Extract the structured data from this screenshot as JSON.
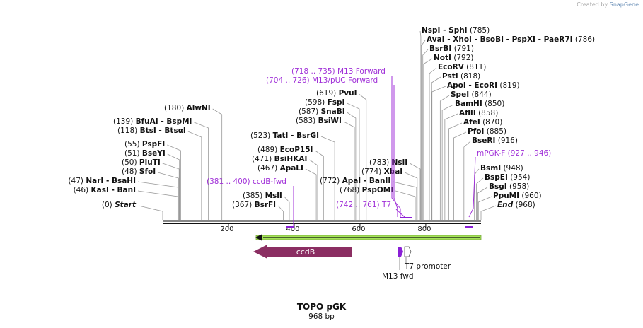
{
  "credit": {
    "prefix": "Created by",
    "brand": "SnapGene"
  },
  "map": {
    "name": "TOPO pGK",
    "length_label": "968 bp",
    "length": 968,
    "ticks": [
      "200",
      "400",
      "600",
      "800"
    ],
    "enzymes": [
      {
        "pos": "(0)",
        "name": "Start",
        "at": 0
      },
      {
        "pos": "(46)",
        "name": "KasI  -  BanI",
        "at": 46
      },
      {
        "pos": "(47)",
        "name": "NarI  -  BsaHI",
        "at": 47
      },
      {
        "pos": "(48)",
        "name": "SfoI",
        "at": 48
      },
      {
        "pos": "(50)",
        "name": "PluTI",
        "at": 50
      },
      {
        "pos": "(51)",
        "name": "BseYI",
        "at": 51
      },
      {
        "pos": "(55)",
        "name": "PspFI",
        "at": 55
      },
      {
        "pos": "(118)",
        "name": "BtsI  -  BtsαI",
        "at": 118
      },
      {
        "pos": "(139)",
        "name": "BfuAI  -  BspMI",
        "at": 139
      },
      {
        "pos": "(180)",
        "name": "AlwNI",
        "at": 180
      },
      {
        "pos": "(367)",
        "name": "BsrFI",
        "at": 367
      },
      {
        "pos": "(385)",
        "name": "MslI",
        "at": 385
      },
      {
        "pos": "(467)",
        "name": "ApaLI",
        "at": 467
      },
      {
        "pos": "(471)",
        "name": "BsiHKAI",
        "at": 471
      },
      {
        "pos": "(489)",
        "name": "EcoP15I",
        "at": 489
      },
      {
        "pos": "(523)",
        "name": "TatI  -  BsrGI",
        "at": 523
      },
      {
        "pos": "(583)",
        "name": "BsiWI",
        "at": 583
      },
      {
        "pos": "(587)",
        "name": "SnaBI",
        "at": 587
      },
      {
        "pos": "(598)",
        "name": "FspI",
        "at": 598
      },
      {
        "pos": "(619)",
        "name": "PvuI",
        "at": 619
      },
      {
        "pos": "(772)",
        "name": "ApaI  -  BanII",
        "at": 772
      },
      {
        "pos": "(768)",
        "name": "PspOMI",
        "at": 768
      },
      {
        "pos": "(774)",
        "name": "XbaI",
        "at": 774
      },
      {
        "pos": "(783)",
        "name": "NsiI",
        "at": 783
      },
      {
        "pos": "(785)",
        "name": "NspI  -  SphI",
        "at": 785
      },
      {
        "pos": "(786)",
        "name": "AvaI  -  XhoI  -  BsoBI  -  PspXI  -  PaeR7I",
        "at": 786
      },
      {
        "pos": "(791)",
        "name": "BsrBI",
        "at": 791
      },
      {
        "pos": "(792)",
        "name": "NotI",
        "at": 792
      },
      {
        "pos": "(811)",
        "name": "EcoRV",
        "at": 811
      },
      {
        "pos": "(818)",
        "name": "PstI",
        "at": 818
      },
      {
        "pos": "(819)",
        "name": "ApoI  -  EcoRI",
        "at": 819
      },
      {
        "pos": "(844)",
        "name": "SpeI",
        "at": 844
      },
      {
        "pos": "(850)",
        "name": "BamHI",
        "at": 850
      },
      {
        "pos": "(858)",
        "name": "AflII",
        "at": 858
      },
      {
        "pos": "(870)",
        "name": "AfeI",
        "at": 870
      },
      {
        "pos": "(885)",
        "name": "PfoI",
        "at": 885
      },
      {
        "pos": "(916)",
        "name": "BseRI",
        "at": 916
      },
      {
        "pos": "(948)",
        "name": "BsmI",
        "at": 948
      },
      {
        "pos": "(954)",
        "name": "BspEI",
        "at": 954
      },
      {
        "pos": "(958)",
        "name": "BsgI",
        "at": 958
      },
      {
        "pos": "(960)",
        "name": "PpuMI",
        "at": 960
      },
      {
        "pos": "(968)",
        "name": "End",
        "at": 968
      }
    ],
    "primers": [
      {
        "range": "(718 .. 735)",
        "name": "M13 Forward"
      },
      {
        "range": "(704 .. 726)",
        "name": "M13/pUC Forward"
      },
      {
        "range": "(381 .. 400)",
        "name": "ccdB-fwd"
      },
      {
        "range": "(742 .. 761)",
        "name": "T7"
      },
      {
        "range": "(927 .. 946)",
        "name": "mPGK-F"
      }
    ],
    "features": [
      {
        "name": "ccdB",
        "color": "#8b2e62",
        "direction": "reverse"
      },
      {
        "name": "M13 fwd",
        "color": "#8a1fd6",
        "direction": "forward"
      },
      {
        "name": "T7 promoter",
        "color": "#ffffff",
        "direction": "forward"
      }
    ],
    "insert_bar_color": "#a6e35a"
  }
}
